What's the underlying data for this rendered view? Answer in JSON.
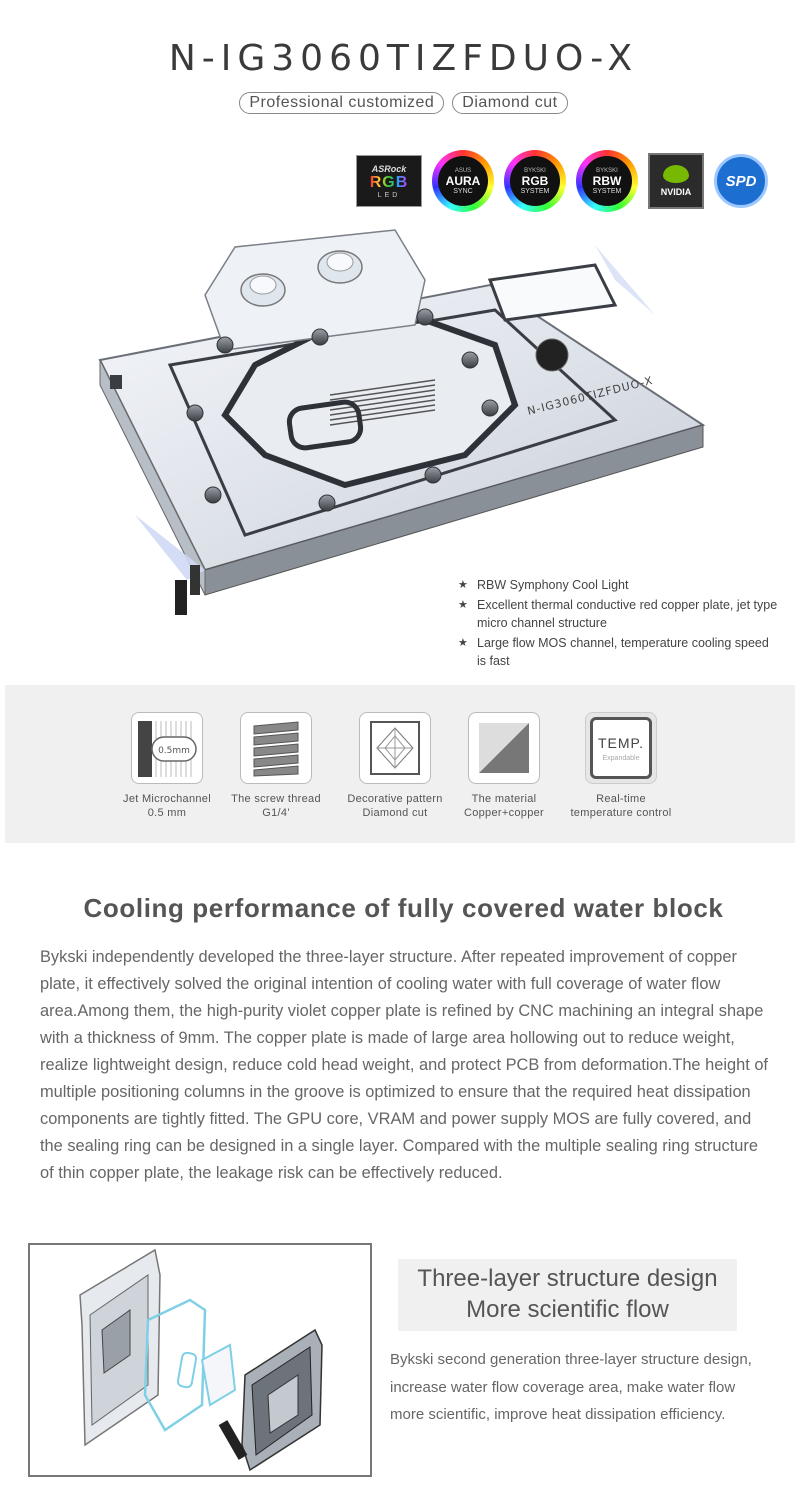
{
  "header": {
    "title": "N-IG3060TIZFDUO-X",
    "tags": [
      "Professional customized",
      "Diamond cut"
    ]
  },
  "logos": {
    "asrock": {
      "brand": "ASRock",
      "line": "RGB",
      "sub": "LED"
    },
    "aura": {
      "top": "ASUS",
      "main": "AURA",
      "sub": "SYNC"
    },
    "bykski_rgb": {
      "top": "BYKSKI",
      "main": "RGB",
      "sub": "SYSTEM"
    },
    "bykski_rbw": {
      "top": "BYKSKI",
      "main": "RBW",
      "sub": "SYSTEM"
    },
    "nvidia": {
      "text": "NVIDIA"
    },
    "spd": {
      "text": "SPD"
    }
  },
  "product_image": {
    "engraving": "N-IG3060TIZFDUO-X"
  },
  "features": [
    "RBW Symphony Cool Light",
    "Excellent thermal conductive red copper plate, jet type micro channel structure",
    "Large flow MOS channel, temperature cooling speed is fast"
  ],
  "specs": [
    {
      "label_1": "Jet Microchannel",
      "label_2": "0.5 mm",
      "icon": "microchannel-icon",
      "icon_text": "0.5mm"
    },
    {
      "label_1": "The screw thread",
      "label_2": "G1/4'",
      "icon": "screw-thread-icon"
    },
    {
      "label_1": "Decorative pattern",
      "label_2": "Diamond cut",
      "icon": "diamond-icon"
    },
    {
      "label_1": "The material",
      "label_2": "Copper+copper",
      "icon": "material-icon"
    },
    {
      "label_1": "Real-time",
      "label_2": "temperature control",
      "icon": "temp-icon",
      "icon_text": "TEMP.",
      "icon_sub": "Expandable"
    }
  ],
  "section": {
    "title": "Cooling performance of fully covered water block",
    "body": "Bykski independently developed the three-layer structure. After repeated improvement of copper plate, it effectively solved the original intention of cooling water with full coverage of water flow area.Among them, the high-purity violet copper plate is refined by CNC machining an integral shape with a thickness of 9mm. The copper plate is made of large area hollowing out to reduce weight, realize lightweight design, reduce cold head weight, and protect PCB from deformation.The height of multiple positioning columns in the groove is optimized to ensure that the required heat dissipation components are tightly fitted. The GPU core, VRAM and power supply MOS are fully covered, and the sealing ring can be designed in a single layer. Compared with the multiple sealing ring structure of thin copper plate, the leakage risk can be effectively reduced."
  },
  "structure": {
    "heading_1": "Three-layer structure design",
    "heading_2": "More scientific flow",
    "body": "Bykski second generation three-layer structure design, increase water flow coverage area, make water flow more scientific, improve heat dissipation efficiency."
  },
  "colors": {
    "title_text": "#3a3a3a",
    "body_text": "#666666",
    "panel_bg": "#f0f0f0",
    "gasket": "#7fd0e6",
    "spd_blue": "#1c6fd1",
    "nvidia_green": "#76b900"
  }
}
